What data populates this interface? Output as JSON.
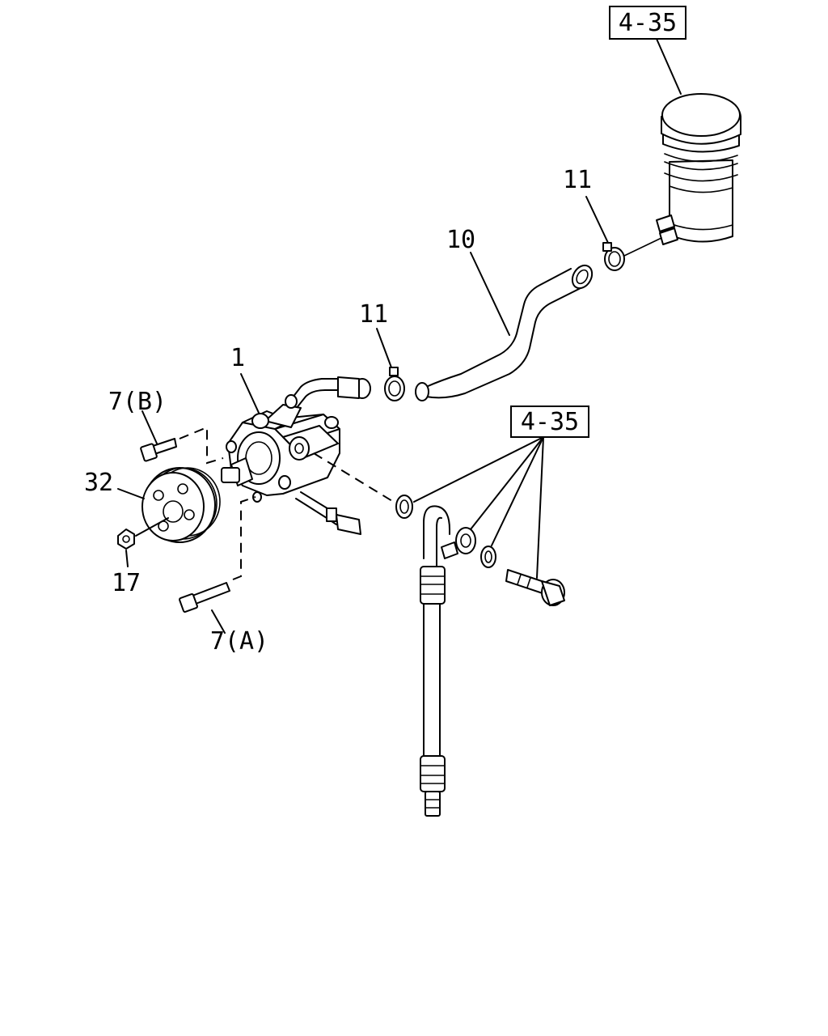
{
  "callouts": {
    "ref_top": "4-35",
    "ref_mid": "4-35",
    "hose_clamp_upper": "11",
    "hose_clamp_lower": "11",
    "suction_hose": "10",
    "pump": "1",
    "bolt_b": "7(B)",
    "bolt_a": "7(A)",
    "pulley": "32",
    "nut": "17"
  }
}
